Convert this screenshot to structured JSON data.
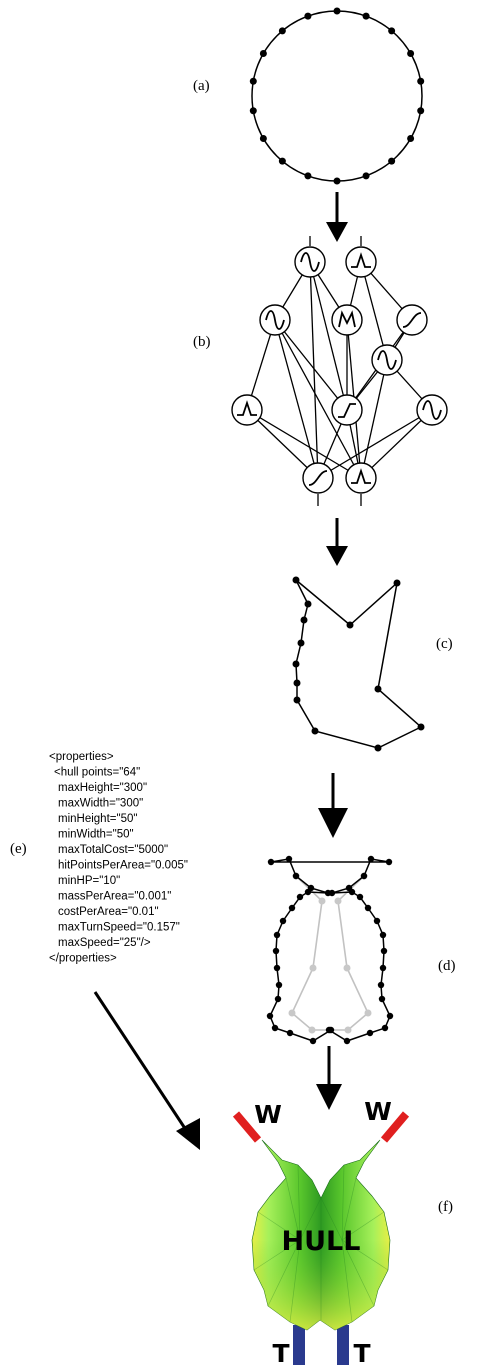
{
  "panels": {
    "a": {
      "label": "(a)"
    },
    "b": {
      "label": "(b)"
    },
    "c": {
      "label": "(c)"
    },
    "d": {
      "label": "(d)"
    },
    "e": {
      "label": "(e)"
    },
    "f": {
      "label": "(f)"
    }
  },
  "xml_config": {
    "lines": [
      "<properties>",
      "<hull points=\"64\"",
      "maxHeight=\"300\"",
      "maxWidth=\"300\"",
      "minHeight=\"50\"",
      "minWidth=\"50\"",
      "maxTotalCost=\"5000\"",
      "hitPointsPerArea=\"0.005\"",
      "minHP=\"10\"",
      "massPerArea=\"0.001\"",
      "costPerArea=\"0.01\"",
      "maxTurnSpeed=\"0.157\"",
      "maxSpeed=\"25\"/>",
      "</properties>"
    ]
  },
  "ship": {
    "hull_label": "HULL",
    "weapon_left_label": "W",
    "weapon_right_label": "W",
    "thruster_left_label": "T",
    "thruster_right_label": "T",
    "colors": {
      "hull_light": "#a6f05a",
      "hull_mid": "#59c62c",
      "hull_dark": "#238a1c",
      "hull_edge_yellow": "#e8ef45",
      "weapon_red": "#e01f1f",
      "thruster_blue": "#2a3a8e"
    }
  },
  "network": {
    "node_icons": [
      "sine-icon",
      "gaussian-icon",
      "sine-icon",
      "multi-peak-icon",
      "sigmoid-icon",
      "sine-icon",
      "gaussian-icon",
      "step-icon",
      "sine-icon",
      "sigmoid-icon",
      "gaussian-icon"
    ]
  }
}
